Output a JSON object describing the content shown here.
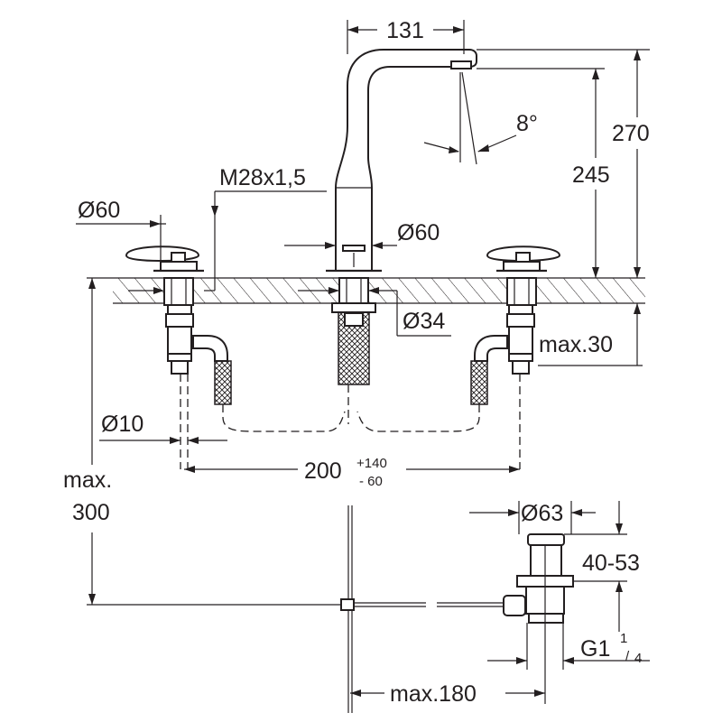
{
  "labels": {
    "spout_reach": "131",
    "angle": "8°",
    "height_total": "270",
    "height_outlet": "245",
    "thread": "M28x1,5",
    "handle_diameter": "Ø60",
    "body_diameter": "Ø60",
    "hole_diameter": "Ø34",
    "max_deck": "max.30",
    "pipe_diameter": "Ø10",
    "spacing_value": "200",
    "spacing_plus": "+140",
    "spacing_minus": "- 60",
    "max_depth_line1": "max.",
    "max_depth_line2": "300",
    "waste_diameter": "Ø63",
    "waste_height": "40-53",
    "waste_thread_main": "G1",
    "waste_thread_num": "1",
    "waste_thread_den": "4",
    "waste_distance": "max.180"
  },
  "colors": {
    "line": "#231f20",
    "background": "#ffffff"
  }
}
